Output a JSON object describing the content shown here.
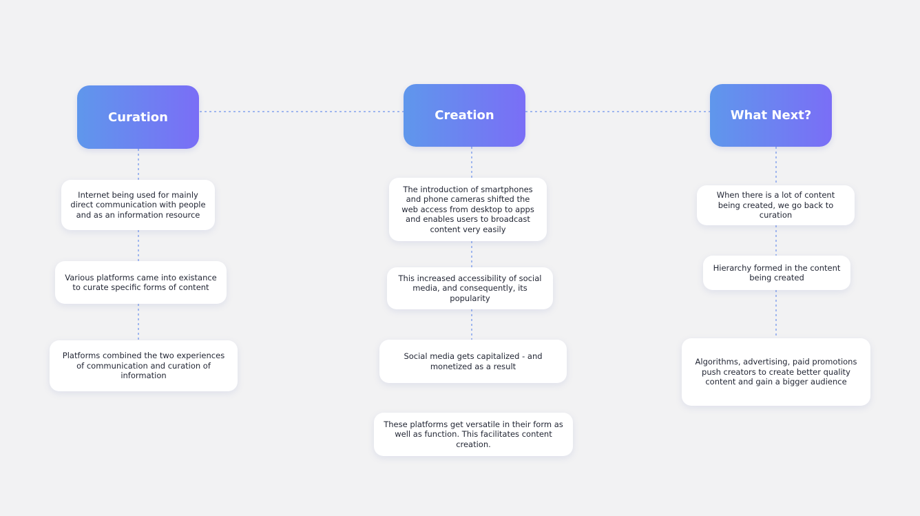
{
  "colors": {
    "background": "#f2f2f3",
    "header_gradient_start": "#5f97ec",
    "header_gradient_end": "#7a6ef6",
    "connector": "#9fb6ee",
    "card_text": "#222634"
  },
  "columns": [
    {
      "title": "Curation",
      "cards": [
        "Internet being used for mainly direct communication with people and as an information resource",
        "Various platforms came into existance to curate specific forms of content",
        "Platforms combined the two experiences of communication and curation of information"
      ]
    },
    {
      "title": "Creation",
      "cards": [
        "The introduction of smartphones and phone cameras shifted the web access from desktop to apps and enables users to broadcast content very easily",
        "This increased accessibility of social media, and consequently, its popularity",
        "Social media gets capitalized - and monetized as a result",
        "These platforms get versatile in their form as well as function. This facilitates content creation."
      ]
    },
    {
      "title": "What Next?",
      "cards": [
        "When there is a lot of content being created, we go back to curation",
        "Hierarchy formed in the content being created",
        "Algorithms, advertising, paid promotions push creators to create better quality content and gain a bigger audience"
      ]
    }
  ]
}
